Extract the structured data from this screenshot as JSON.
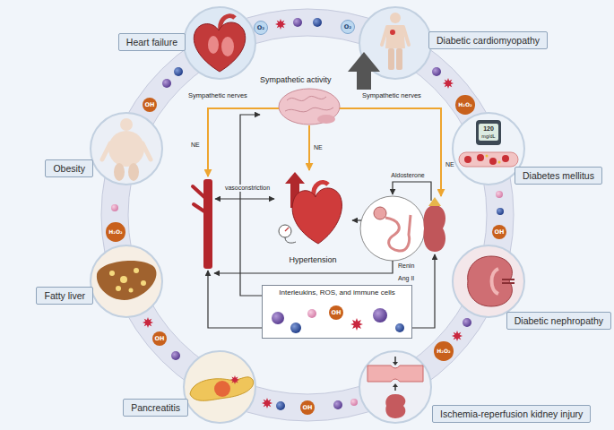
{
  "diagram": {
    "nodes": [
      {
        "text": [
          "Heart failure"
        ]
      },
      {
        "text": [
          "Diabetic cardiomyopathy"
        ]
      },
      {
        "text": [
          "Sympathetic activity"
        ]
      },
      {
        "text": [
          "Obesity"
        ]
      },
      {
        "text": [
          "Diabetes mellitus"
        ]
      },
      {
        "text": [
          "Hypertension"
        ]
      },
      {
        "text": [
          "Fatty liver"
        ]
      },
      {
        "text": [
          "Interleukins, ROS, and immune cells"
        ]
      },
      {
        "text": [
          "Diabetic nephropathy"
        ]
      },
      {
        "text": [
          "Pancreatitis"
        ]
      },
      {
        "text": [
          "Ischemia-reperfusion kidney injury"
        ]
      },
      {
        "text": [
          "O₂"
        ]
      },
      {
        "text": [
          "O₂"
        ]
      },
      {
        "text": [
          "OH"
        ]
      },
      {
        "text": [
          "H₂O₂"
        ]
      },
      {
        "text": [
          "H₂O₂"
        ]
      },
      {
        "text": [
          "OH"
        ]
      },
      {
        "text": [
          "OH"
        ]
      },
      {
        "text": [
          "H₂O₂"
        ]
      },
      {
        "text": [
          "OH"
        ]
      },
      {
        "text": [
          "OH"
        ],
        "in": 7
      }
    ],
    "edges": [
      {
        "from": 7,
        "to": 2,
        "arrow": "to"
      },
      {
        "from": 2,
        "to": 5,
        "arrow": "to",
        "label": "NE"
      }
    ],
    "labels": [
      "Sympathetic nerves",
      "Sympathetic nerves",
      "NE",
      "NE",
      "vasoconstriction",
      "Aldosterone",
      "Renin",
      "Ang II",
      "120",
      "mg/dL"
    ]
  }
}
